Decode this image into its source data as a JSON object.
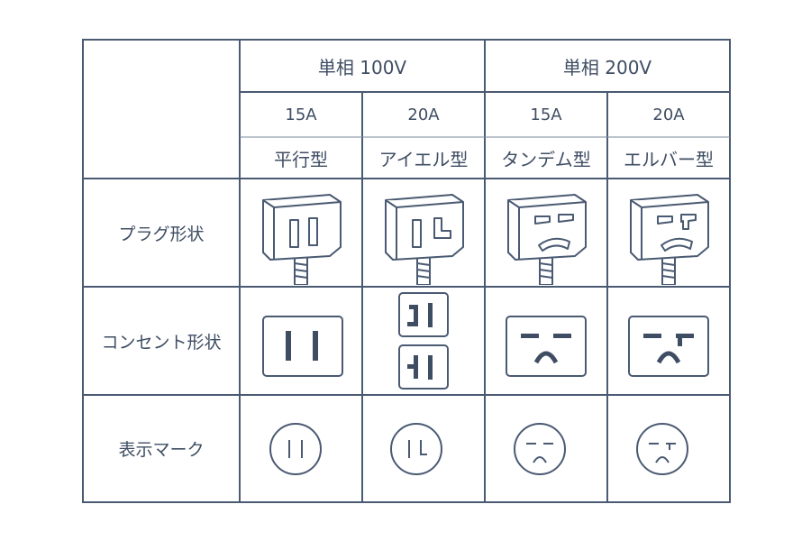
{
  "colors": {
    "line": "#4a5a72",
    "text": "#3f4d63",
    "face": "#ffffff"
  },
  "header": {
    "single_100v": "単相 100V",
    "single_200v": "単相 200V"
  },
  "columns": [
    {
      "amp": "15A",
      "type": "平行型",
      "plug_icon": "parallel-plug-icon",
      "outlet_icon": "parallel-outlet-icon",
      "mark_icon": "parallel-mark-icon"
    },
    {
      "amp": "20A",
      "type": "アイエル型",
      "plug_icon": "i-l-plug-icon",
      "outlet_icon": "i-l-outlet-icon",
      "mark_icon": "i-l-mark-icon"
    },
    {
      "amp": "15A",
      "type": "タンデム型",
      "plug_icon": "tandem-plug-icon",
      "outlet_icon": "tandem-outlet-icon",
      "mark_icon": "tandem-mark-icon"
    },
    {
      "amp": "20A",
      "type": "エルバー型",
      "plug_icon": "l-bar-plug-icon",
      "outlet_icon": "l-bar-outlet-icon",
      "mark_icon": "l-bar-mark-icon"
    }
  ],
  "rows": {
    "plug": "プラグ形状",
    "outlet": "コンセント形状",
    "mark": "表示マーク"
  }
}
